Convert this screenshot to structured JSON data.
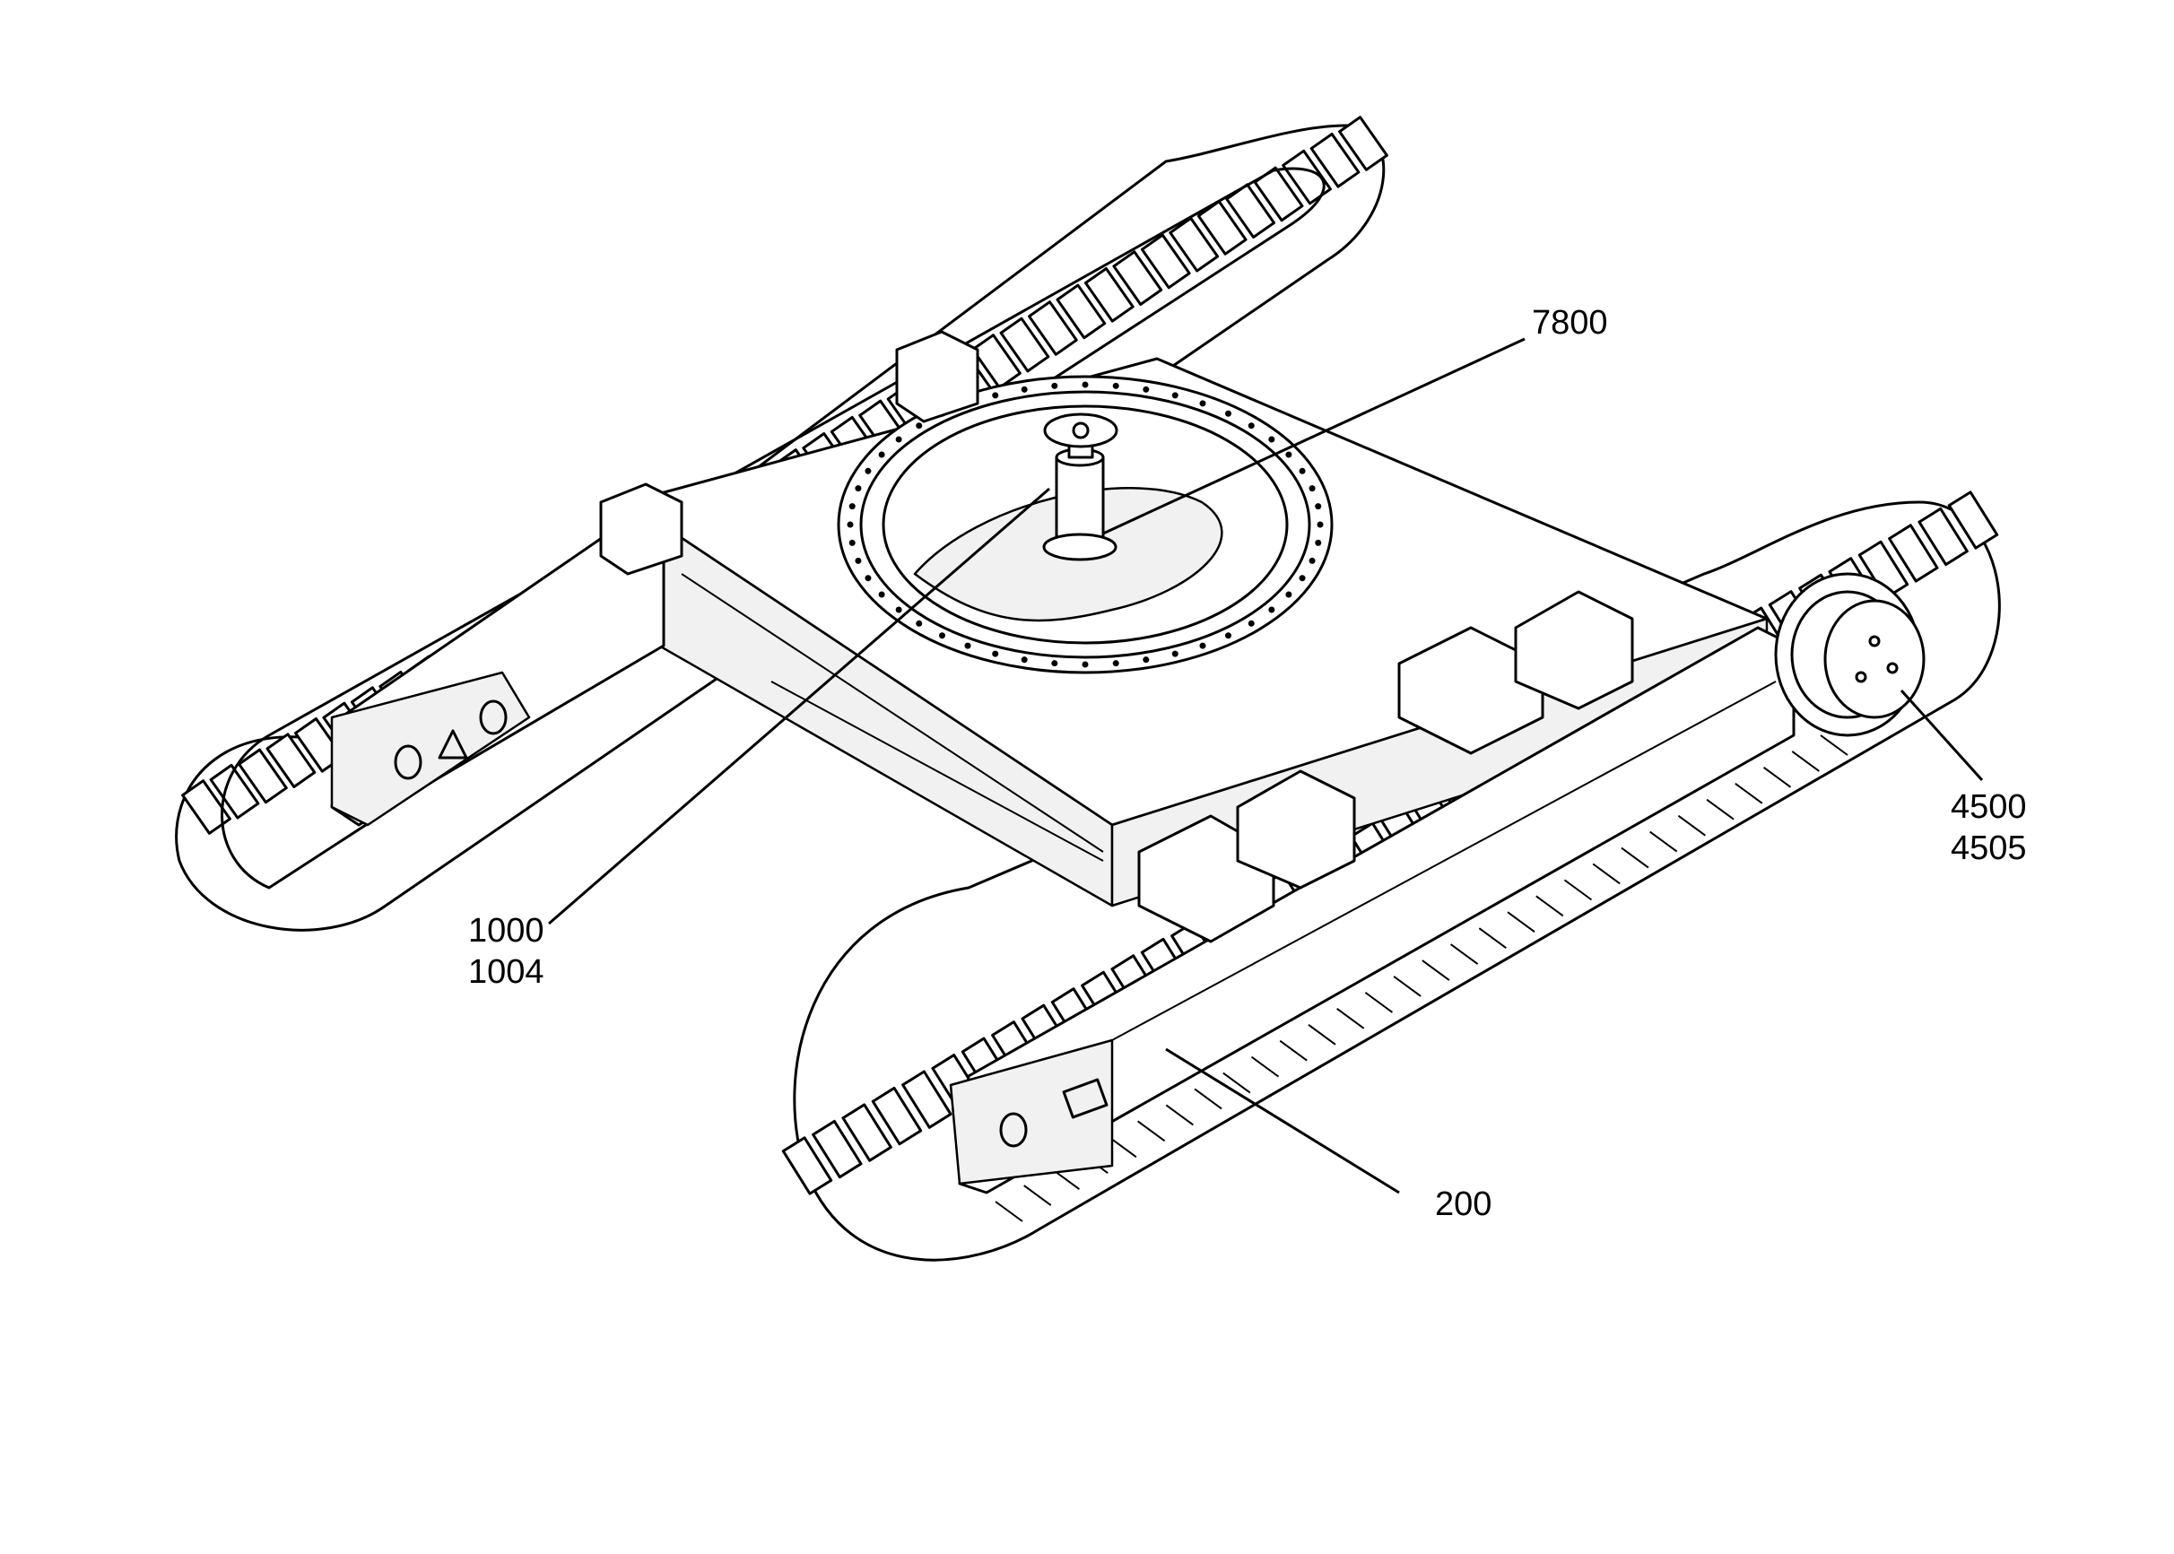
{
  "labels": {
    "swivel": "7800",
    "undercarriage_top": "1000",
    "undercarriage_bottom": "1004",
    "drive_top": "4500",
    "drive_bottom": "4505",
    "frame": "200"
  }
}
